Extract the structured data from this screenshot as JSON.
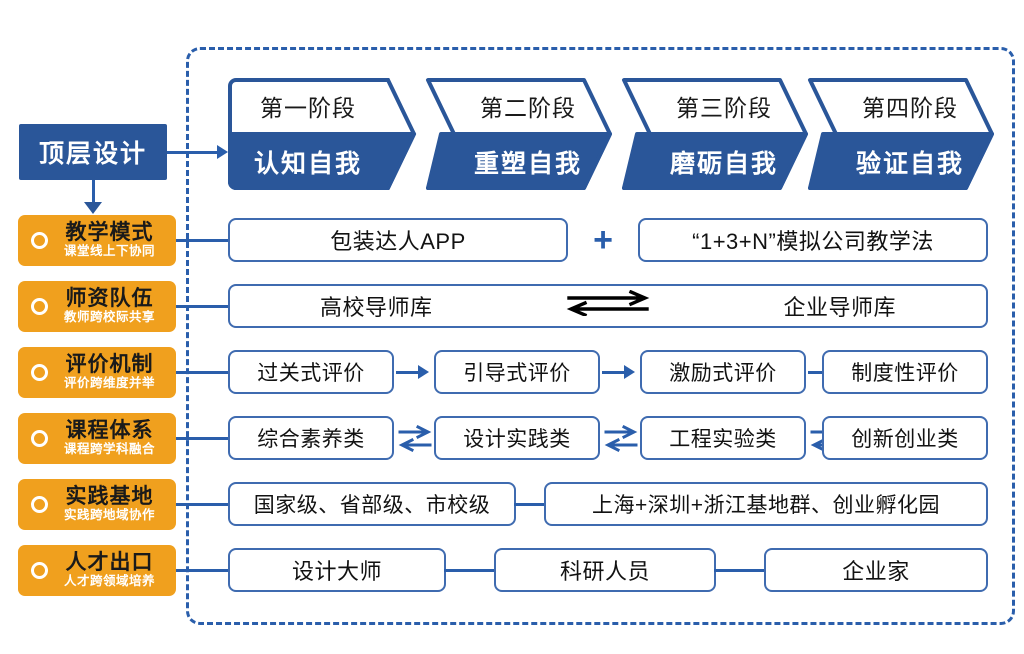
{
  "diagram": {
    "title_block": {
      "label": "顶层设计"
    },
    "frame": {
      "style": "dashed",
      "color": "#2a5eab"
    },
    "colors": {
      "primary_blue": "#2a5699",
      "outline_blue": "#3f6bb0",
      "accent_orange": "#f0a01e",
      "dashed_border": "#2a5eab",
      "text_dark": "#121212",
      "text_white": "#ffffff"
    },
    "stages": [
      {
        "phase": "第一阶段",
        "name": "认知自我"
      },
      {
        "phase": "第二阶段",
        "name": "重塑自我"
      },
      {
        "phase": "第三阶段",
        "name": "磨砺自我"
      },
      {
        "phase": "第四阶段",
        "name": "验证自我"
      }
    ],
    "pillars": [
      {
        "title": "教学模式",
        "subtitle": "课堂线上下协同"
      },
      {
        "title": "师资队伍",
        "subtitle": "教师跨校际共享"
      },
      {
        "title": "评价机制",
        "subtitle": "评价跨维度并举"
      },
      {
        "title": "课程体系",
        "subtitle": "课程跨学科融合"
      },
      {
        "title": "实践基地",
        "subtitle": "实践跨地域协作"
      },
      {
        "title": "人才出口",
        "subtitle": "人才跨领域培养"
      }
    ],
    "rows": [
      {
        "key": "teaching-mode",
        "connector": "plus",
        "items": [
          "包装达人APP",
          "“1+3+N”模拟公司教学法"
        ],
        "plus_label": "+"
      },
      {
        "key": "faculty-team",
        "connector": "double-arrow",
        "items": [
          "高校导师库",
          "企业导师库"
        ]
      },
      {
        "key": "evaluation-mechanism",
        "connector": "single-arrow",
        "items": [
          "过关式评价",
          "引导式评价",
          "激励式评价",
          "制度性评价"
        ]
      },
      {
        "key": "curriculum-system",
        "connector": "bidirectional-arrow",
        "items": [
          "综合素养类",
          "设计实践类",
          "工程实验类",
          "创新创业类"
        ]
      },
      {
        "key": "practice-base",
        "connector": "line",
        "items": [
          "国家级、省部级、市校级",
          "上海+深圳+浙江基地群、创业孵化园"
        ]
      },
      {
        "key": "talent-output",
        "connector": "line",
        "items": [
          "设计大师",
          "科研人员",
          "企业家"
        ]
      }
    ]
  }
}
